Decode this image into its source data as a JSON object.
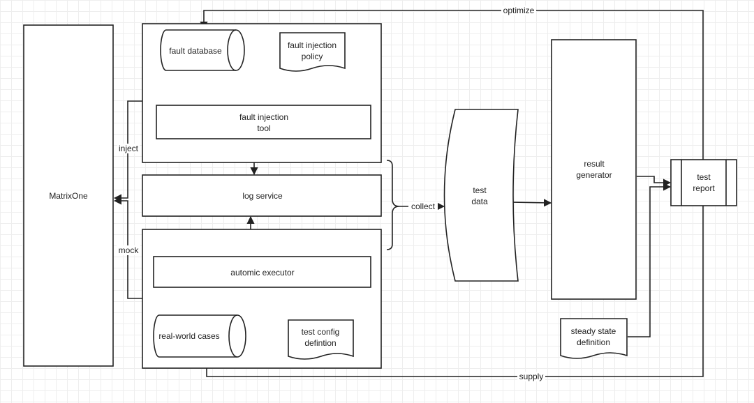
{
  "colors": {
    "stroke": "#222222",
    "text": "#222222",
    "background": "#ffffff",
    "grid": "#eeeeee"
  },
  "nodes": {
    "matrixone": "MatrixOne",
    "fault_database": "fault database",
    "fault_injection_policy": [
      "fault injection",
      "policy"
    ],
    "fault_injection_tool": [
      "fault injection",
      "tool"
    ],
    "log_service": "log service",
    "automic_executor": "automic executor",
    "real_world_cases": "real-world cases",
    "test_config": [
      "test config",
      "defintion"
    ],
    "test_data": [
      "test",
      "data"
    ],
    "result_generator": [
      "result",
      "generator"
    ],
    "test_report": [
      "test",
      "report"
    ],
    "steady_state": [
      "steady state",
      "definition"
    ]
  },
  "edges": {
    "optimize": "optimize",
    "inject": "inject",
    "mock": "mock",
    "collect": "collect",
    "supply": "supply"
  }
}
